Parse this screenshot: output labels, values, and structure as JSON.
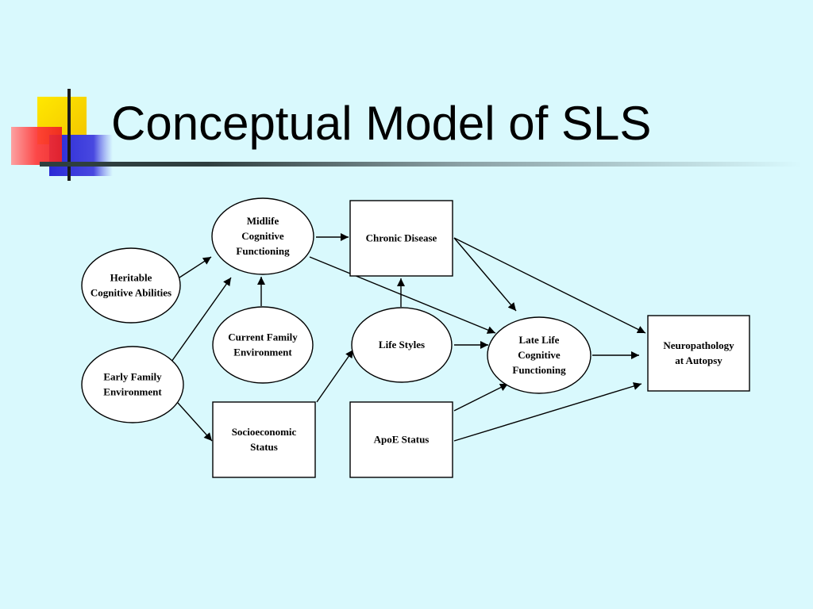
{
  "slide": {
    "title": "Conceptual Model of SLS"
  },
  "diagram": {
    "nodes": {
      "midlife": {
        "lines": [
          "Midlife",
          "Cognitive",
          "Functioning"
        ]
      },
      "chronic": {
        "lines": [
          "Chronic Disease"
        ]
      },
      "heritable": {
        "lines": [
          "Heritable",
          "Cognitive Abilities"
        ]
      },
      "current_family": {
        "lines": [
          "Current Family",
          "Environment"
        ]
      },
      "lifestyles": {
        "lines": [
          "Life Styles"
        ]
      },
      "latelife": {
        "lines": [
          "Late Life",
          "Cognitive",
          "Functioning"
        ]
      },
      "neuro": {
        "lines": [
          "Neuropathology",
          "at Autopsy"
        ]
      },
      "early_family": {
        "lines": [
          "Early Family",
          "Environment"
        ]
      },
      "ses": {
        "lines": [
          "Socioeconomic",
          "Status"
        ]
      },
      "apoe": {
        "lines": [
          "ApoE  Status"
        ]
      }
    },
    "edges": [
      {
        "from": "heritable",
        "to": "midlife"
      },
      {
        "from": "early_family",
        "to": "midlife"
      },
      {
        "from": "current_family",
        "to": "midlife"
      },
      {
        "from": "midlife",
        "to": "chronic"
      },
      {
        "from": "midlife",
        "to": "latelife"
      },
      {
        "from": "lifestyles",
        "to": "chronic"
      },
      {
        "from": "chronic",
        "to": "latelife"
      },
      {
        "from": "chronic",
        "to": "neuro"
      },
      {
        "from": "early_family",
        "to": "ses"
      },
      {
        "from": "ses",
        "to": "lifestyles"
      },
      {
        "from": "lifestyles",
        "to": "latelife"
      },
      {
        "from": "latelife",
        "to": "neuro"
      },
      {
        "from": "apoe",
        "to": "latelife"
      },
      {
        "from": "apoe",
        "to": "neuro"
      }
    ]
  }
}
